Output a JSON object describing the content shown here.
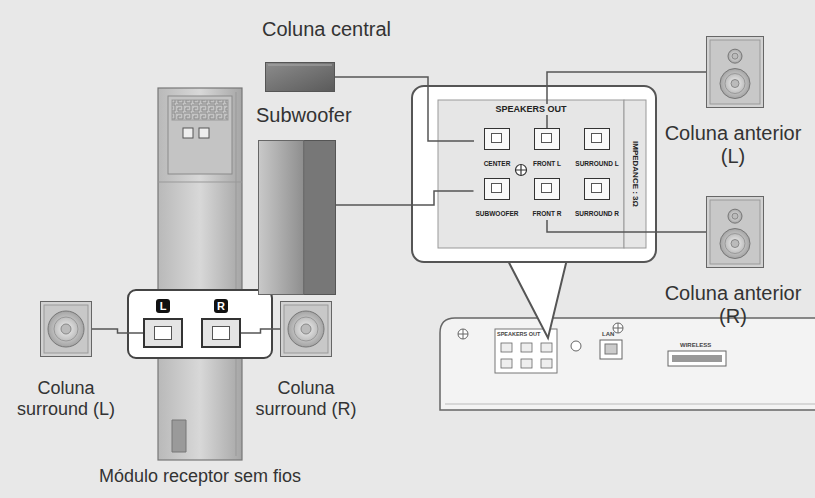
{
  "diagram": {
    "nodes": [
      {
        "text": [
          "Coluna central"
        ]
      },
      {
        "text": [
          "SPEAKERS OUT",
          "IMPEDANCE : 3Ω"
        ]
      },
      {
        "text": [
          "CENTER"
        ],
        "in": 1
      },
      {
        "text": [
          "FRONT L"
        ],
        "in": 1
      },
      {
        "text": [
          "SURROUND L"
        ],
        "in": 1
      },
      {
        "text": [
          "SUBWOOFER"
        ],
        "in": 1
      },
      {
        "text": [
          "FRONT R"
        ],
        "in": 1
      },
      {
        "text": [
          "SURROUND R"
        ],
        "in": 1
      },
      {
        "text": [
          "Coluna anterior (L)"
        ]
      },
      {
        "text": [
          "Subwoofer"
        ]
      },
      {
        "text": [
          "Coluna anterior (R)"
        ]
      },
      {
        "text": [
          "Módulo receptor sem fios"
        ]
      },
      {
        "text": [
          "L"
        ],
        "in": 11
      },
      {
        "text": [
          "R"
        ],
        "in": 11
      },
      {
        "text": [
          "Coluna surround (L)"
        ]
      },
      {
        "text": [
          "Coluna surround (R)"
        ]
      }
    ],
    "edges": [
      {
        "from": 0,
        "to": 2,
        "arrow": "none"
      },
      {
        "from": 3,
        "to": 8,
        "arrow": "none"
      },
      {
        "from": 9,
        "to": 5,
        "arrow": "none"
      },
      {
        "from": 6,
        "to": 10,
        "arrow": "none"
      },
      {
        "from": 14,
        "to": 12,
        "arrow": "none"
      },
      {
        "from": 13,
        "to": 15,
        "arrow": "none"
      }
    ],
    "labels": [
      "SPEAKERS OUT",
      "LAN",
      "WIRELESS"
    ]
  }
}
